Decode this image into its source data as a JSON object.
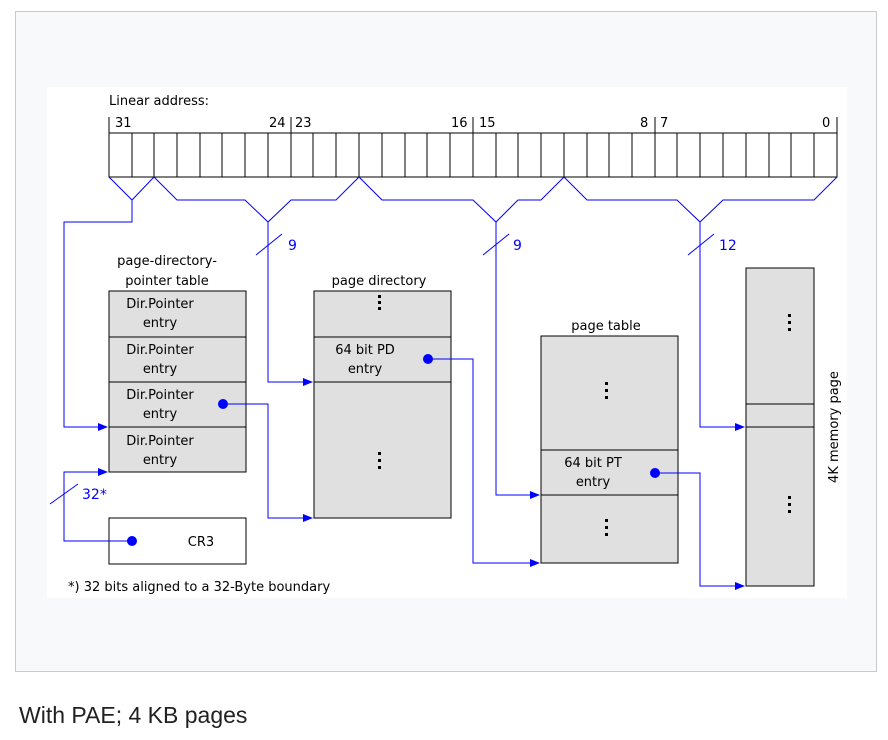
{
  "diagram": {
    "linear_address_label": "Linear address:",
    "bit_labels": [
      "31",
      "24",
      "23",
      "16",
      "15",
      "8",
      "7",
      "0"
    ],
    "width_labels": [
      "9",
      "9",
      "12",
      "32*"
    ],
    "pdpt_title_line1": "page-directory-",
    "pdpt_title_line2": "pointer table",
    "pdpt_entries": [
      {
        "line1": "Dir.Pointer",
        "line2": "entry"
      },
      {
        "line1": "Dir.Pointer",
        "line2": "entry"
      },
      {
        "line1": "Dir.Pointer",
        "line2": "entry"
      },
      {
        "line1": "Dir.Pointer",
        "line2": "entry"
      }
    ],
    "page_directory_title": "page directory",
    "pd_entry_line1": "64 bit PD",
    "pd_entry_line2": "entry",
    "page_table_title": "page table",
    "pt_entry_line1": "64 bit PT",
    "pt_entry_line2": "entry",
    "memory_page_label": "4K memory page",
    "cr3_label": "CR3",
    "footnote": "*) 32 bits aligned to a 32-Byte boundary",
    "colors": {
      "arrow": "#0000ff",
      "table_fill": "#e0e0e0",
      "outline": "#000000"
    }
  },
  "caption": "With PAE; 4 KB pages"
}
